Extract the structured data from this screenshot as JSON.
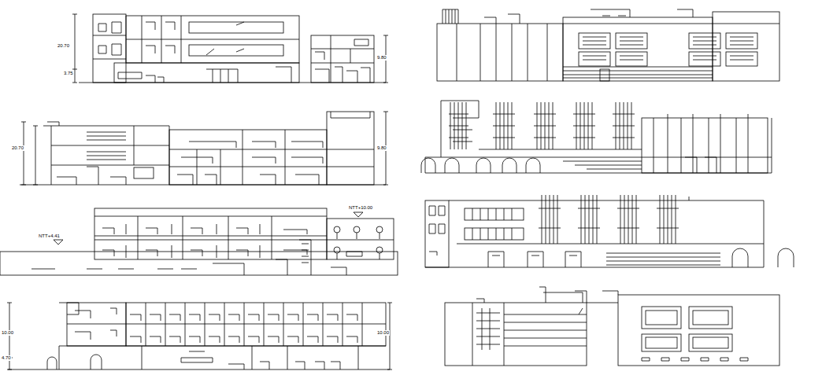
{
  "diagram": {
    "labels": [
      "20.70",
      "9.80",
      "3.75",
      "20.70",
      "9.80",
      "NTT+10.00",
      "NTT+4.41",
      "10.00",
      "10.00",
      "4.70"
    ]
  }
}
